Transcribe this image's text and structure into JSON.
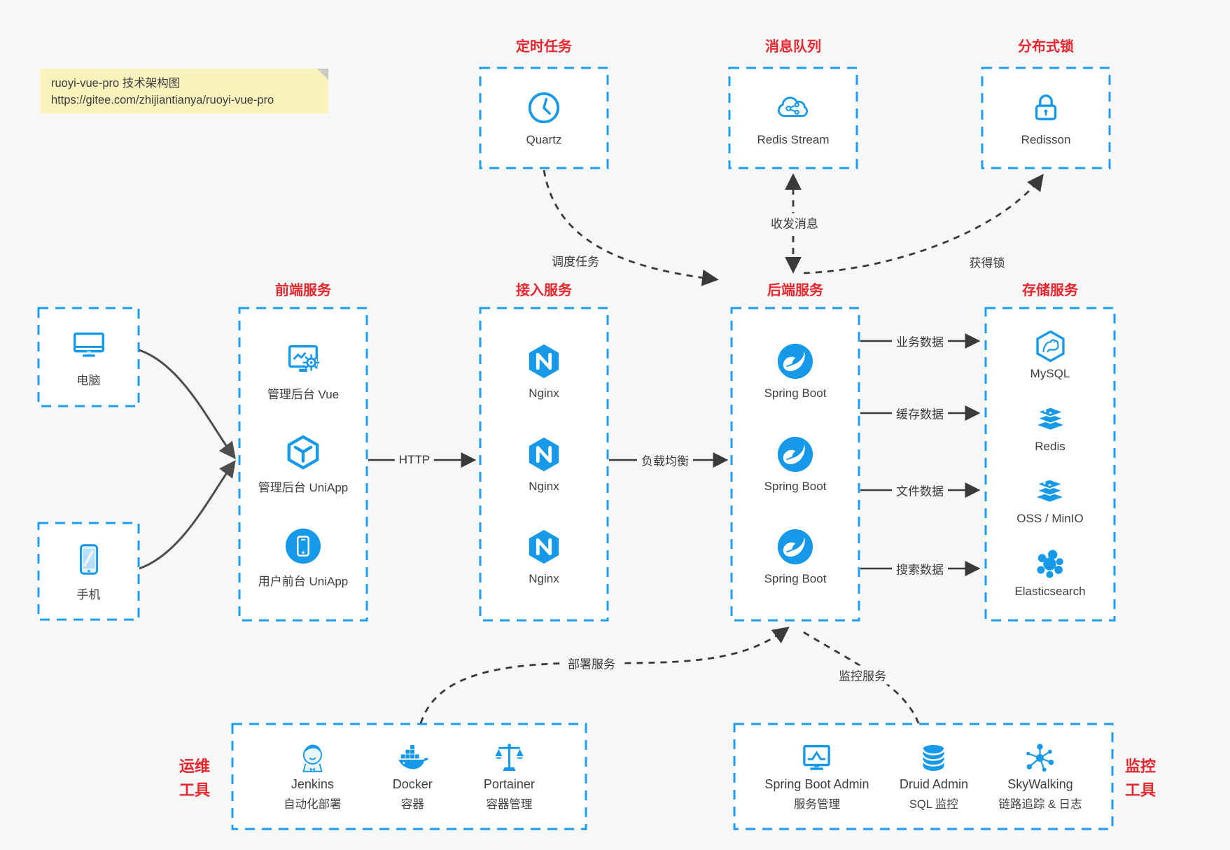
{
  "colors": {
    "accent": "#1599e8",
    "red": "#e8262d",
    "arrow": "#3a3a3a",
    "note_bg": "#faf3be",
    "background": "#f7f7f8"
  },
  "note": {
    "line1": "ruoyi-vue-pro 技术架构图",
    "line2": "https://gitee.com/zhijiantianya/ruoyi-vue-pro"
  },
  "top_groups": [
    {
      "title": "定时任务",
      "label": "Quartz",
      "icon": "clock-icon"
    },
    {
      "title": "消息队列",
      "label": "Redis Stream",
      "icon": "cloud-share-icon"
    },
    {
      "title": "分布式锁",
      "label": "Redisson",
      "icon": "lock-icon"
    }
  ],
  "clients": [
    {
      "label": "电脑",
      "icon": "desktop-icon"
    },
    {
      "label": "手机",
      "icon": "phone-icon"
    }
  ],
  "columns": [
    {
      "title": "前端服务",
      "items": [
        {
          "label": "管理后台 Vue",
          "icon": "admin-vue-icon"
        },
        {
          "label": "管理后台 UniApp",
          "icon": "uniapp-cube-icon"
        },
        {
          "label": "用户前台 UniApp",
          "icon": "user-app-icon"
        }
      ]
    },
    {
      "title": "接入服务",
      "items": [
        {
          "label": "Nginx",
          "icon": "nginx-icon"
        },
        {
          "label": "Nginx",
          "icon": "nginx-icon"
        },
        {
          "label": "Nginx",
          "icon": "nginx-icon"
        }
      ]
    },
    {
      "title": "后端服务",
      "items": [
        {
          "label": "Spring Boot",
          "icon": "spring-icon"
        },
        {
          "label": "Spring Boot",
          "icon": "spring-icon"
        },
        {
          "label": "Spring Boot",
          "icon": "spring-icon"
        }
      ]
    },
    {
      "title": "存储服务",
      "items": [
        {
          "label": "MySQL",
          "icon": "mysql-icon"
        },
        {
          "label": "Redis",
          "icon": "redis-stack-icon"
        },
        {
          "label": "OSS / MinIO",
          "icon": "oss-stack-icon"
        },
        {
          "label": "Elasticsearch",
          "icon": "elasticsearch-icon"
        }
      ]
    }
  ],
  "edges": {
    "http": "HTTP",
    "load_balance": "负载均衡",
    "schedule": "调度任务",
    "messages": "收发消息",
    "acquire_lock": "获得锁",
    "business_data": "业务数据",
    "cache_data": "缓存数据",
    "file_data": "文件数据",
    "search_data": "搜索数据",
    "deploy": "部署服务",
    "monitor": "监控服务"
  },
  "bottom_groups": [
    {
      "title_line1": "运维",
      "title_line2": "工具",
      "items": [
        {
          "name": "Jenkins",
          "desc": "自动化部署",
          "icon": "jenkins-icon"
        },
        {
          "name": "Docker",
          "desc": "容器",
          "icon": "docker-icon"
        },
        {
          "name": "Portainer",
          "desc": "容器管理",
          "icon": "portainer-icon"
        }
      ]
    },
    {
      "title_line1": "监控",
      "title_line2": "工具",
      "items": [
        {
          "name": "Spring Boot Admin",
          "desc": "服务管理",
          "icon": "springboot-admin-icon"
        },
        {
          "name": "Druid Admin",
          "desc": "SQL 监控",
          "icon": "druid-icon"
        },
        {
          "name": "SkyWalking",
          "desc": "链路追踪 & 日志",
          "icon": "skywalking-icon"
        }
      ]
    }
  ]
}
